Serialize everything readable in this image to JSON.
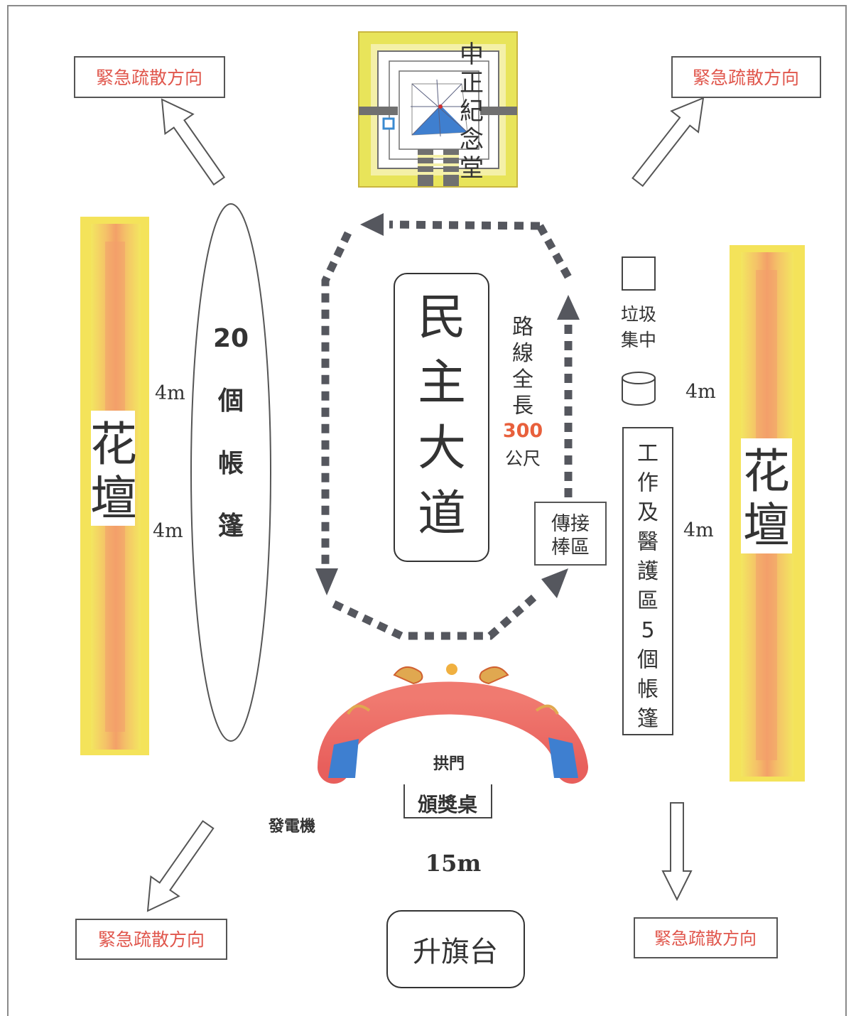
{
  "landmark": {
    "name_chars": [
      "中",
      "正",
      "紀",
      "念",
      "堂"
    ]
  },
  "evacuation": {
    "label": "緊急疏散方向",
    "color": "#e0564c"
  },
  "flower_bed": {
    "chars": [
      "花",
      "壇"
    ]
  },
  "tent_area_left": {
    "lines": [
      "20",
      "個",
      "帳",
      "篷"
    ]
  },
  "road": {
    "chars": [
      "民",
      "主",
      "大",
      "道"
    ]
  },
  "route_info": {
    "prefix_chars": [
      "路",
      "線",
      "全",
      "長"
    ],
    "length_value": "300",
    "unit": "公尺",
    "accent_color": "#e8603c"
  },
  "baton_zone": {
    "lines": [
      "傳接",
      "棒區"
    ]
  },
  "trash": {
    "lines": [
      "垃圾",
      "集中"
    ]
  },
  "work_medical_area": {
    "chars": [
      "工",
      "作",
      "及",
      "醫",
      "護",
      "區",
      "5",
      "個",
      "帳",
      "篷"
    ]
  },
  "distances": {
    "gap": "4m",
    "front": "15m"
  },
  "arch": {
    "label": "拱門"
  },
  "award_table": {
    "label": "頒獎桌"
  },
  "generator": {
    "label": "發電機"
  },
  "flag_platform": {
    "label": "升旗台"
  },
  "colors": {
    "route_dots": "#55575e",
    "arch_red": "#ee7068",
    "arch_blue": "#3e7fd0",
    "flower_yellow": "#f5e05a",
    "flower_orange": "#f2a466"
  }
}
